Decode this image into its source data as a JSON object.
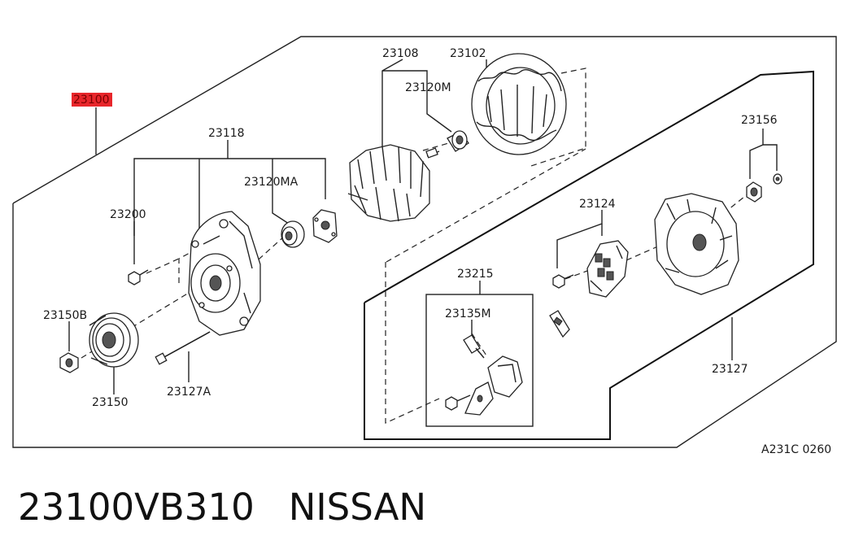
{
  "labels": {
    "main_part": "23100",
    "p23108": "23108",
    "p23102": "23102",
    "p23120m": "23120M",
    "p23118": "23118",
    "p23120ma": "23120MA",
    "p23200": "23200",
    "p23156": "23156",
    "p23124": "23124",
    "p23215": "23215",
    "p23135m": "23135M",
    "p23150b": "23150B",
    "p23150": "23150",
    "p23127a": "23127A",
    "p23127": "23127"
  },
  "diagram_code": "A231C 0260",
  "footer": {
    "part_number": "23100VB310",
    "brand": "NISSAN"
  },
  "colors": {
    "highlight": "#e8262b",
    "line": "#222222",
    "text": "#1a1a1a"
  }
}
